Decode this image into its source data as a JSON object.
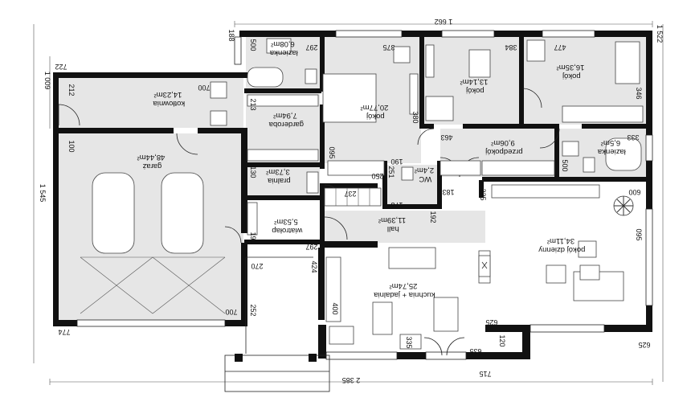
{
  "rooms": {
    "kotlownia": {
      "name": "kotłownia",
      "area": "14,23m²"
    },
    "lazienka_small": {
      "name": "łazienka",
      "area": "6,08m²"
    },
    "garderoba": {
      "name": "garderoba",
      "area": "7,94m²"
    },
    "pokoj_master": {
      "name": "pokój",
      "area": "20,77m²"
    },
    "pokoj_mid": {
      "name": "pokój",
      "area": "13,14m²"
    },
    "pokoj_right": {
      "name": "pokój",
      "area": "16,35m²"
    },
    "garaz": {
      "name": "garaż",
      "area": "48,44m²"
    },
    "pralnia": {
      "name": "pralnia",
      "area": "3,73m²"
    },
    "wc": {
      "name": "WC",
      "area": "2,4m²"
    },
    "przedpokoj": {
      "name": "przedpokój",
      "area": "9,06m²"
    },
    "lazienka_large": {
      "name": "łazienka",
      "area": "6,5m²"
    },
    "wiatrolap": {
      "name": "wiatrołap",
      "area": "5,53m²"
    },
    "hall": {
      "name": "hall",
      "area": "11,39m²"
    },
    "pokoj_dzienny": {
      "name": "pokój dzienny",
      "area": "34,11m²"
    },
    "kuchnia": {
      "name": "kuchnia + jadalnia",
      "area": "25,74m²"
    }
  },
  "dims": {
    "d1662": "1 662",
    "d1522": "1 522",
    "d2385": "2 385",
    "d1545": "1 545",
    "d1009": "1 009",
    "d722": "722",
    "d774": "774",
    "d700a": "700",
    "d700b": "700",
    "d212": "212",
    "d500": "500",
    "d188": "188",
    "d297a": "297",
    "d297b": "297",
    "d375": "375",
    "d384": "384",
    "d477": "477",
    "d346": "346",
    "d213": "213",
    "d380": "380",
    "d463": "463",
    "d333": "333",
    "d095a": "095",
    "d190": "190",
    "d250": "250",
    "d251": "251",
    "d500b": "500",
    "d130": "130",
    "d237": "237",
    "d178": "178",
    "d183": "183",
    "d225": "225",
    "d600": "600",
    "d095b": "095",
    "d191": "191",
    "d192": "192",
    "d270": "270",
    "d424": "424",
    "d252": "252",
    "d625a": "625",
    "d625b": "625",
    "d120": "120",
    "d335": "335",
    "d635": "635",
    "d715": "715",
    "d100": "100",
    "d400": "400"
  }
}
